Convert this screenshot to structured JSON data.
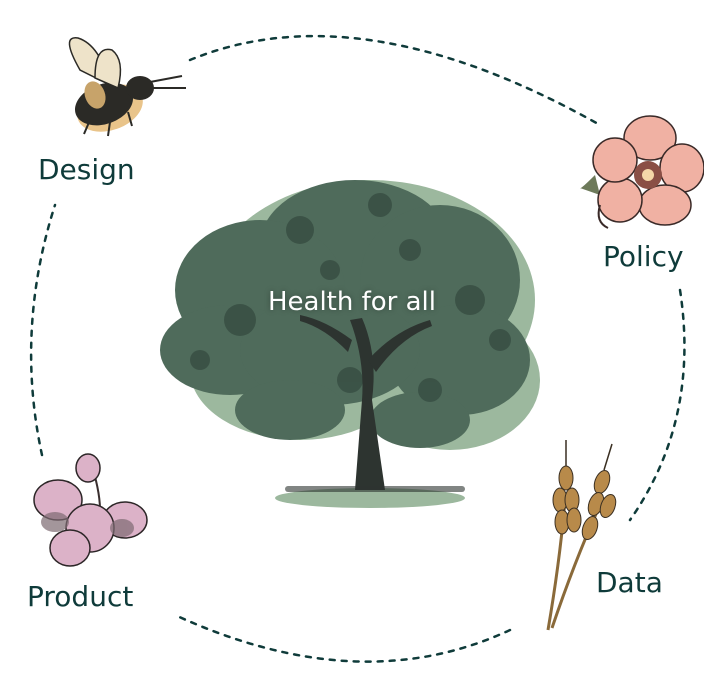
{
  "diagram": {
    "center_text": "Health for all",
    "nodes": [
      {
        "id": "design",
        "label": "Design",
        "icon": "bee-icon"
      },
      {
        "id": "policy",
        "label": "Policy",
        "icon": "rose-flower-icon"
      },
      {
        "id": "data",
        "label": "Data",
        "icon": "wheat-icon"
      },
      {
        "id": "product",
        "label": "Product",
        "icon": "fruit-plant-icon"
      }
    ],
    "colors": {
      "text": "#0f3b3a",
      "dashed_ring": "#0f3b3a",
      "tree_foliage": "#4f6b5b",
      "tree_shadow": "#9cb89e",
      "bee_shadow": "#e9c48a",
      "rose_fill": "#f0b1a3",
      "fruit_fill": "#dcb2c8",
      "wheat": "#b88a4a"
    }
  }
}
